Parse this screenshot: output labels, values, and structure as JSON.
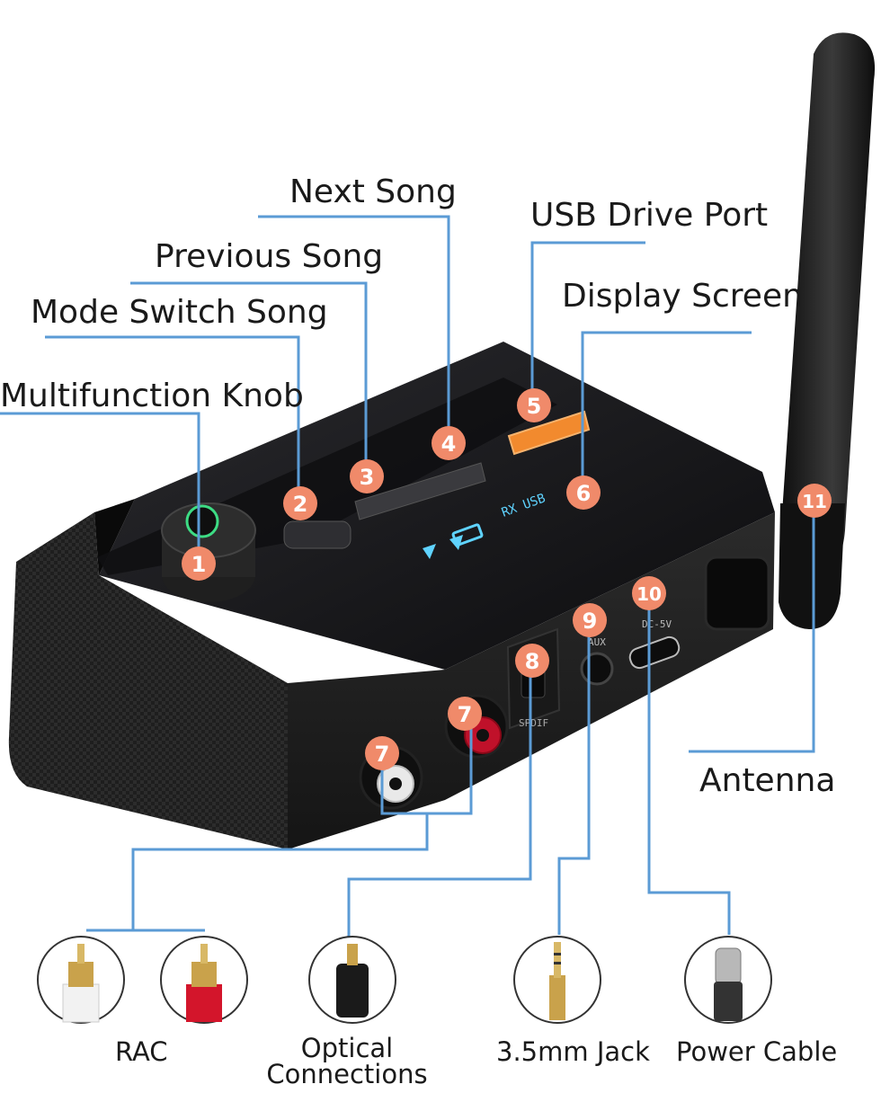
{
  "labels": {
    "next_song": "Next Song",
    "usb_drive_port": "USB Drive Port",
    "previous_song": "Previous Song",
    "display_screen": "Display Screen",
    "mode_switch_song": "Mode Switch Song",
    "multifunction_knob": "Multifunction Knob",
    "antenna": "Antenna"
  },
  "bottom_labels": {
    "rac": "RAC",
    "optical_line1": "Optical",
    "optical_line2": "Connections",
    "jack": "3.5mm Jack",
    "power": "Power Cable"
  },
  "badges": [
    "1",
    "2",
    "3",
    "4",
    "5",
    "6",
    "7",
    "7",
    "8",
    "9",
    "10",
    "11"
  ],
  "device_text": {
    "screen_modes": "RX  USB",
    "aux": "AUX",
    "dc": "DC-5V",
    "spdif": "SPDIF"
  },
  "colors": {
    "leader_line": "#5b9bd5",
    "badge": "#f08a6a",
    "device_body": "#1b1b1d",
    "usb_port": "#f28a2e",
    "screen_glow": "#5fd3ff"
  }
}
